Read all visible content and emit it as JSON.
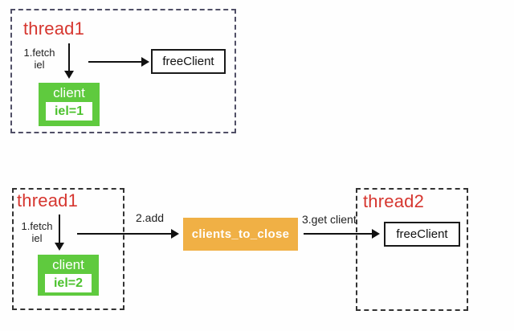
{
  "colors": {
    "thread_title_red": "#d6362f",
    "client_green": "#5fca3e",
    "queue_orange": "#f0b045",
    "arrow_black": "#111111",
    "top_box_dash": "#504f66",
    "bottom_box_dash": "#333333"
  },
  "diagram": {
    "top": {
      "thread_box": {
        "title": "thread1"
      },
      "fetch_label": {
        "line1": "1.fetch",
        "line2": "iel"
      },
      "client_box": {
        "title": "client",
        "value": "iel=1"
      },
      "free_client_box": {
        "label": "freeClient"
      }
    },
    "bottom": {
      "thread1_box": {
        "title": "thread1"
      },
      "fetch_label": {
        "line1": "1.fetch",
        "line2": "iel"
      },
      "client_box": {
        "title": "client",
        "value": "iel=2"
      },
      "add_arrow": {
        "label": "2.add"
      },
      "queue_box": {
        "label": "clients_to_close"
      },
      "get_arrow": {
        "label": "3.get client"
      },
      "thread2_box": {
        "title": "thread2"
      },
      "free_client_box": {
        "label": "freeClient"
      }
    }
  }
}
